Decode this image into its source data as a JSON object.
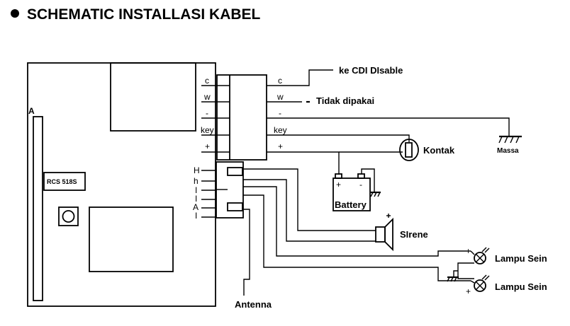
{
  "title": "SCHEMATIC INSTALLASI KABEL",
  "unit": {
    "module_label": "RCS 518S",
    "side_label": "A",
    "upper_pins": [
      "c",
      "w",
      "-",
      "key",
      "+"
    ],
    "lower_pins": [
      "H",
      "h",
      "I",
      "I",
      "A",
      "I"
    ]
  },
  "connector_pins": [
    "c",
    "w",
    "-",
    "key",
    "+"
  ],
  "labels": {
    "cdi": "ke CDI DIsable",
    "unused": "Tidak dipakai",
    "ground": "Massa",
    "switch": "Kontak",
    "battery": "Battery",
    "battery_plus": "+",
    "battery_minus": "-",
    "siren": "SIrene",
    "turn_signal_1": "Lampu Sein",
    "turn_signal_2": "Lampu Sein",
    "lamp_plus_1": "+",
    "lamp_plus_2": "+",
    "antenna": "Antenna"
  },
  "icons": {
    "bullet": "bullet-dot",
    "ground": "ground-icon",
    "switch": "key-switch-icon",
    "battery": "battery-icon",
    "siren": "speaker-icon",
    "lamp": "lamp-icon"
  }
}
